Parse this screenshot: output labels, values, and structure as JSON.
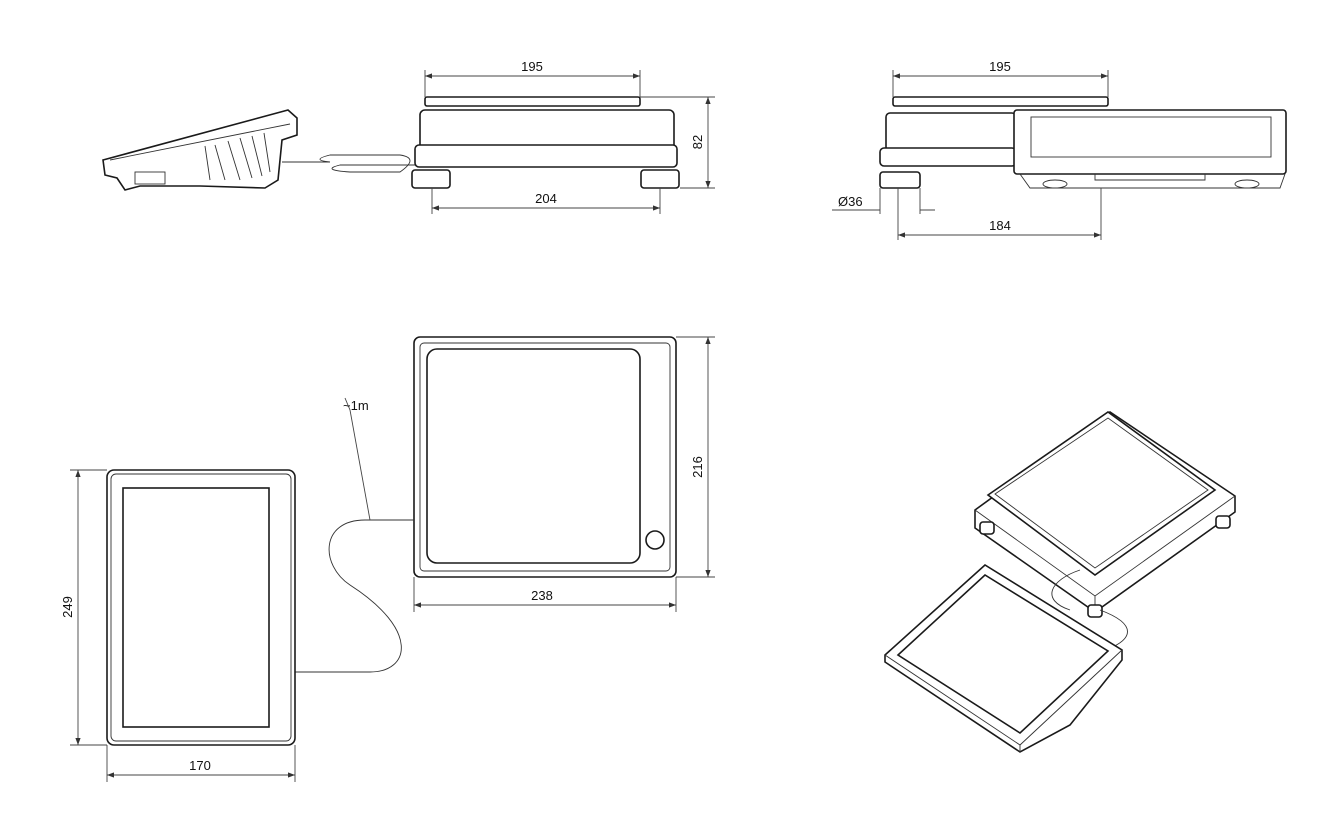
{
  "dimensions": {
    "side_platter_width": "195",
    "side_height": "82",
    "side_feet_spacing": "204",
    "front_platter_width": "195",
    "foot_diameter": "Ø36",
    "front_foot_to_center": "184",
    "cable_length": "~1m",
    "top_depth": "216",
    "top_width": "238",
    "terminal_height": "249",
    "terminal_width": "170"
  }
}
